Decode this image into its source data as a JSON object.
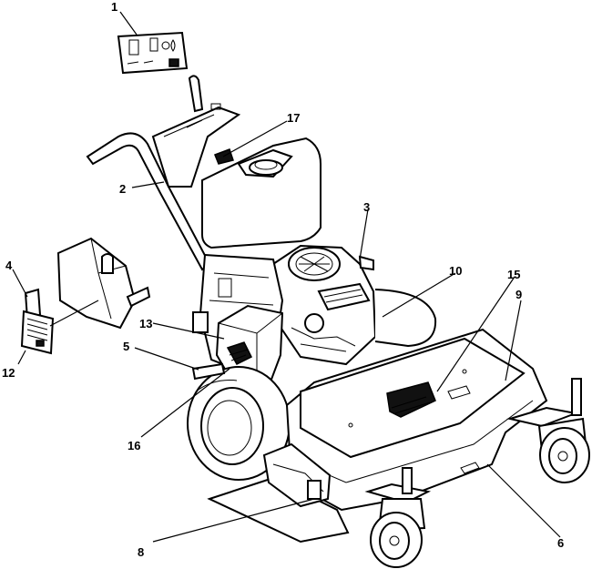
{
  "callouts": [
    {
      "id": "1",
      "label": "1"
    },
    {
      "id": "2",
      "label": "2"
    },
    {
      "id": "3",
      "label": "3"
    },
    {
      "id": "4",
      "label": "4"
    },
    {
      "id": "5",
      "label": "5"
    },
    {
      "id": "6",
      "label": "6"
    },
    {
      "id": "8",
      "label": "8"
    },
    {
      "id": "9",
      "label": "9"
    },
    {
      "id": "10",
      "label": "10"
    },
    {
      "id": "12",
      "label": "12"
    },
    {
      "id": "13",
      "label": "13"
    },
    {
      "id": "15",
      "label": "15"
    },
    {
      "id": "16",
      "label": "16"
    },
    {
      "id": "17",
      "label": "17"
    }
  ],
  "line_color": "#000000",
  "background": "#ffffff"
}
